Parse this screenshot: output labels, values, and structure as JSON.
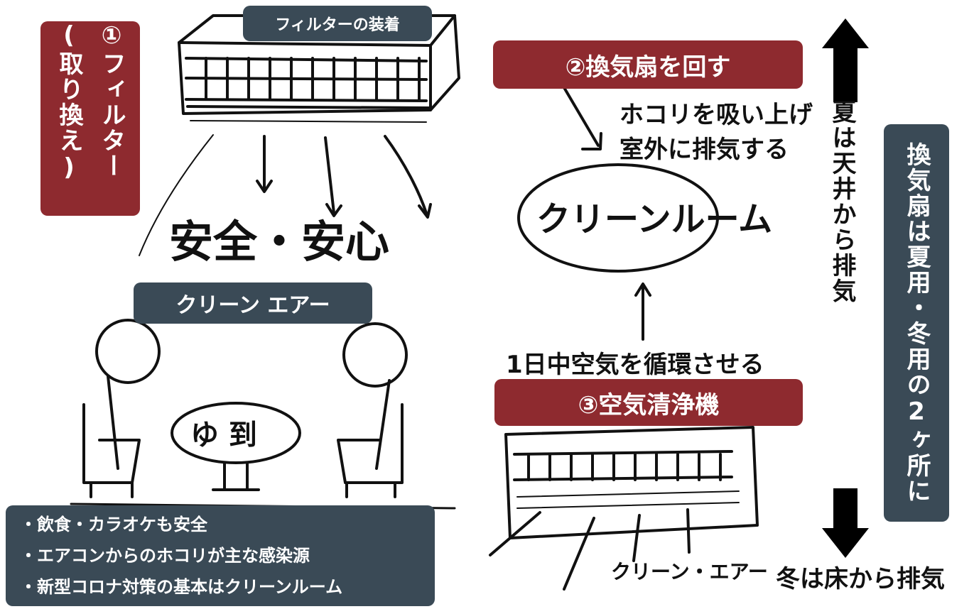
{
  "filter_install_label": "フィルターの装着",
  "filter_replace_label": "①フィルター(取り換え)",
  "fan_label": "②換気扇を回す",
  "dust_note_line1": "ホコリを吸い上げ",
  "dust_note_line2": "室外に排気する",
  "summer_exhaust": "夏は天井から排気",
  "fan_usage_label": "換気扇は夏用・冬用の2ヶ所に",
  "clean_air_label": "クリーン エアー",
  "circulate_note": "1日中空気を循環させる",
  "purifier_label": "③空気清浄機",
  "winter_exhaust": "冬は床から排気",
  "bullet_points": [
    "・飲食・カラオケも安全",
    "・エアコンからのホコリが主な感染源",
    "・新型コロナ対策の基本はクリーンルーム"
  ],
  "handwritten": {
    "safety": "安全・安心",
    "clean_room": "クリーンルーム",
    "clean_air_small": "クリーン・エアー"
  },
  "colors": {
    "dark_label": "#3a4a56",
    "red_label": "#8e2a2f",
    "ink": "#111111"
  }
}
